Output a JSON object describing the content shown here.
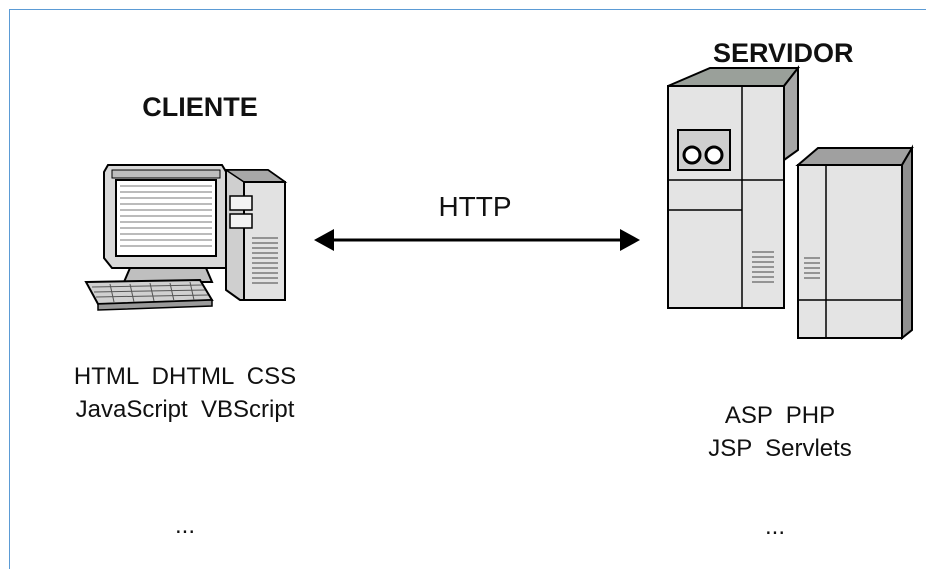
{
  "client": {
    "title": "CLIENTE",
    "tech_line1": "HTML  DHTML  CSS",
    "tech_line2": "JavaScript  VBScript",
    "more": "..."
  },
  "server": {
    "title": "SERVIDOR",
    "tech_line1": "ASP  PHP",
    "tech_line2": "JSP  Servlets",
    "more": "..."
  },
  "connection": {
    "label": "HTTP"
  },
  "colors": {
    "frame_border": "#5b9bd5",
    "text": "#111111"
  }
}
